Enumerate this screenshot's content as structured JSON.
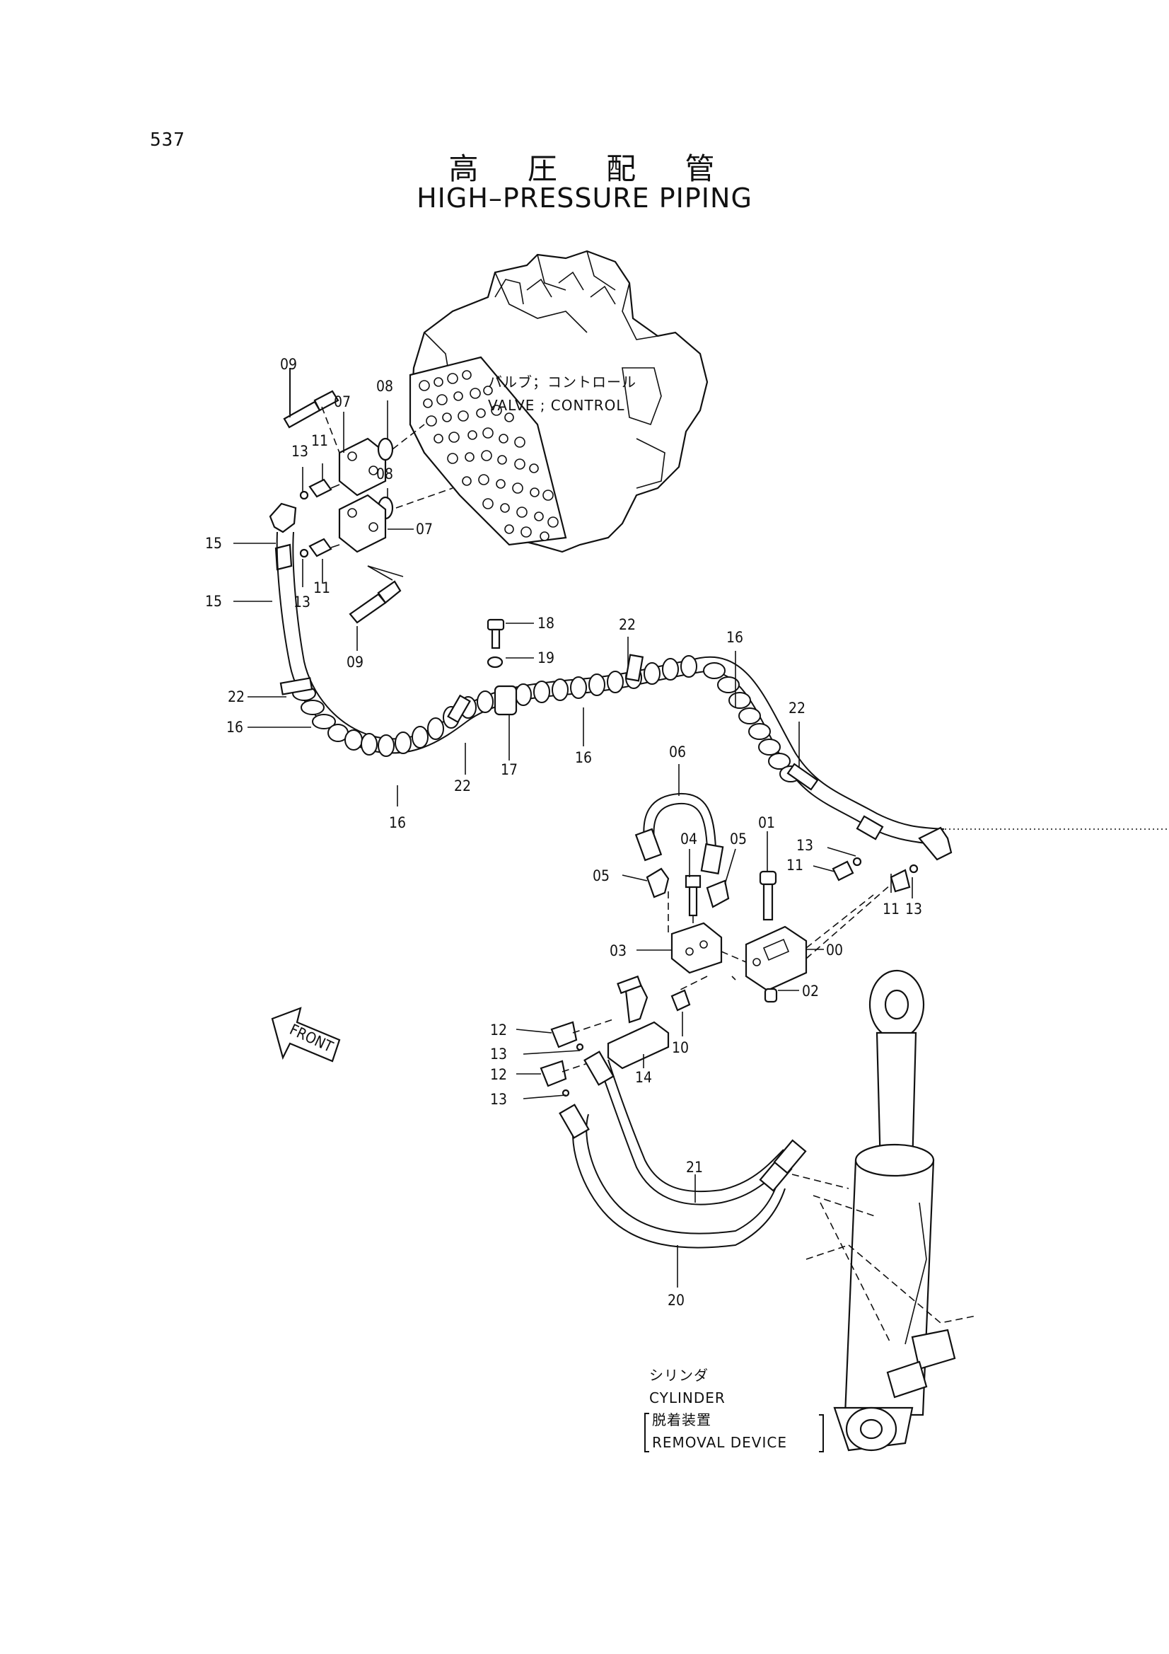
{
  "page_number": "537",
  "title_jp": "高 圧 配 管",
  "title_en": "HIGH–PRESSURE PIPING",
  "notes": {
    "valve_jp": "バルブ；コントロール",
    "valve_en": "VALVE ; CONTROL",
    "cylinder_jp": "シリンダ",
    "cylinder_en": "CYLINDER",
    "removal_jp": "脱着装置",
    "removal_en": "REMOVAL DEVICE",
    "front": "FRONT"
  },
  "callouts": [
    "09",
    "07",
    "08",
    "13",
    "11",
    "08",
    "07",
    "15",
    "13",
    "11",
    "15",
    "09",
    "18",
    "19",
    "22",
    "16",
    "22",
    "22",
    "16",
    "17",
    "22",
    "16",
    "16",
    "06",
    "04",
    "05",
    "01",
    "13",
    "11",
    "05",
    "11",
    "13",
    "03",
    "00",
    "02",
    "12",
    "13",
    "10",
    "14",
    "12",
    "13",
    "21",
    "20"
  ]
}
